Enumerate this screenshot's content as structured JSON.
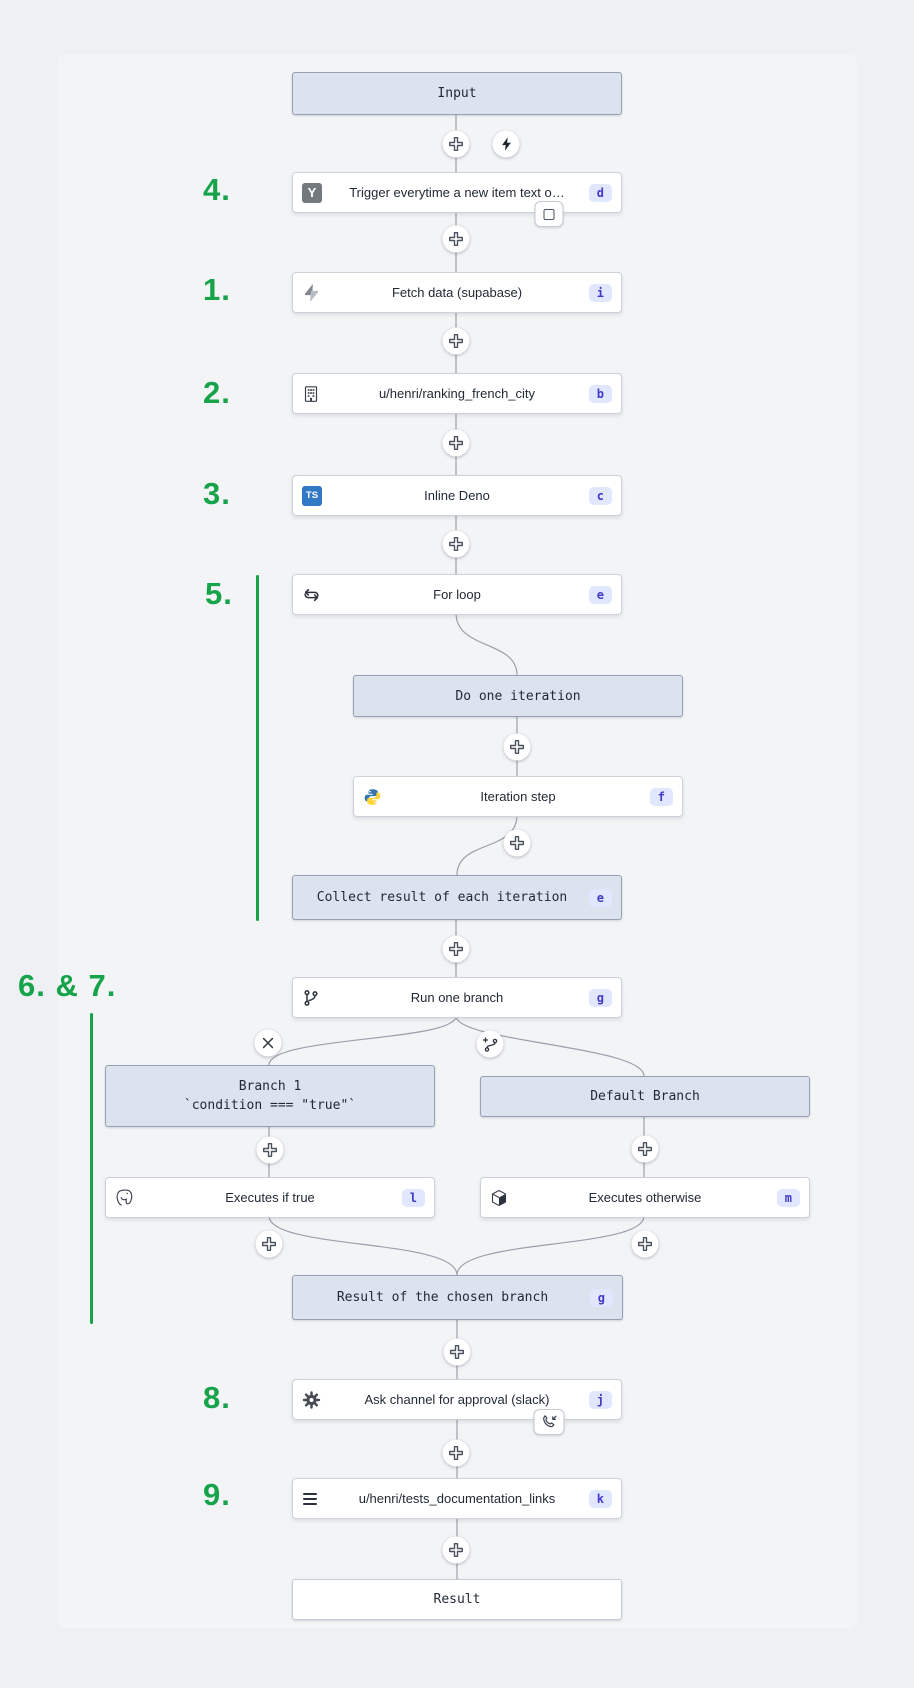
{
  "colors": {
    "accent_green": "#16a34a",
    "badge_bg": "#e0e7ff",
    "badge_text": "#4338ca",
    "node_header_bg": "#dde3ee",
    "edge": "#9aa1ab"
  },
  "annotations": [
    {
      "label": "4."
    },
    {
      "label": "1."
    },
    {
      "label": "2."
    },
    {
      "label": "3."
    },
    {
      "label": "5."
    },
    {
      "label": "6. & 7."
    },
    {
      "label": "8."
    },
    {
      "label": "9."
    }
  ],
  "virtual_nodes": {
    "input": "Input",
    "do_one_iteration": "Do one iteration",
    "collect": "Collect result of each iteration",
    "collect_badge": "e",
    "branch1_title": "Branch 1",
    "branch1_condition": "`condition === \"true\"`",
    "default_branch": "Default Branch",
    "chosen_result": "Result of the chosen branch",
    "chosen_result_badge": "g",
    "result": "Result"
  },
  "steps": [
    {
      "label": "Trigger everytime a new item text o…",
      "badge": "d",
      "icon": "hackernews-y-icon"
    },
    {
      "label": "Fetch data (supabase)",
      "badge": "i",
      "icon": "supabase-bolt-icon"
    },
    {
      "label": "u/henri/ranking_french_city",
      "badge": "b",
      "icon": "building-icon"
    },
    {
      "label": "Inline Deno",
      "badge": "c",
      "icon": "typescript-icon"
    },
    {
      "label": "For loop",
      "badge": "e",
      "icon": "loop-icon"
    },
    {
      "label": "Iteration step",
      "badge": "f",
      "icon": "python-icon"
    },
    {
      "label": "Run one branch",
      "badge": "g",
      "icon": "git-branch-icon"
    },
    {
      "label": "Executes if true",
      "badge": "l",
      "icon": "postgresql-icon"
    },
    {
      "label": "Executes otherwise",
      "badge": "m",
      "icon": "cube-icon"
    },
    {
      "label": "Ask channel for approval (slack)",
      "badge": "j",
      "icon": "gear-icon"
    },
    {
      "label": "u/henri/tests_documentation_links",
      "badge": "k",
      "icon": "menu-lines-icon"
    }
  ],
  "icon_chars": {
    "y_letter": "Y",
    "ts_letters": "TS"
  }
}
